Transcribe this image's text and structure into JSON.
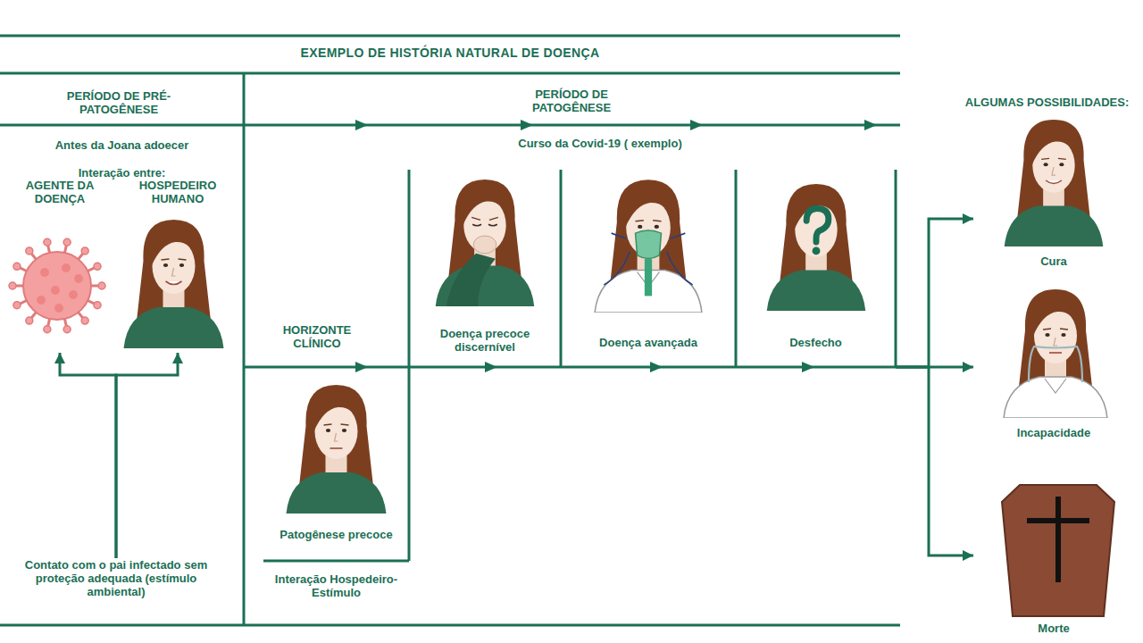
{
  "diagram": {
    "title": "EXEMPLO DE HISTÓRIA NATURAL DE DOENÇA",
    "nodes": [
      {
        "text": [
          "PERÍODO DE PRÉ- PATOGÊNESE",
          "Antes da Joana adoecer",
          "Interação entre:"
        ]
      },
      {
        "text": [
          "AGENTE DA DOENÇA"
        ],
        "in": 0
      },
      {
        "text": [
          "HOSPEDEIRO HUMANO"
        ],
        "in": 0
      },
      {
        "text": [
          "Contato com o pai infectado sem proteção adequada (estímulo ambiental)"
        ],
        "in": 0
      },
      {
        "text": [
          "PERÍODO DE PATOGÊNESE",
          "Curso da Covid-19 ( exemplo)"
        ]
      },
      {
        "text": [
          "Patogênese precoce",
          "Interação Hospedeiro-Estímulo"
        ],
        "in": 4
      },
      {
        "text": [
          "Doença precoce discernível"
        ],
        "in": 4
      },
      {
        "text": [
          "Doença avançada"
        ],
        "in": 4
      },
      {
        "text": [
          "Desfecho"
        ],
        "in": 4
      },
      {
        "text": [
          "Cura"
        ]
      },
      {
        "text": [
          "Incapacidade"
        ]
      },
      {
        "text": [
          "Morte"
        ]
      }
    ],
    "edges": [
      {
        "from": 3,
        "to": 1,
        "arrow": "to"
      },
      {
        "from": 3,
        "to": 2,
        "arrow": "to"
      },
      {
        "from": 8,
        "to": 9,
        "arrow": "to"
      },
      {
        "from": 8,
        "to": 10,
        "arrow": "to"
      },
      {
        "from": 8,
        "to": 11,
        "arrow": "to"
      }
    ],
    "labels": [
      "HORIZONTE CLÍNICO",
      "ALGUMAS POSSIBILIDADES:"
    ]
  }
}
